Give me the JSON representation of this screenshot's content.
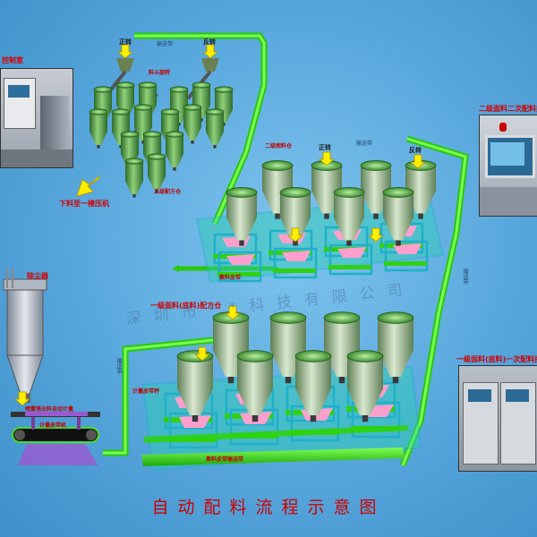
{
  "title": "自动配料流程示意图",
  "watermark": "深圳市**科技有限公司",
  "labels": {
    "control_room": "控制室",
    "forward": "正转",
    "reverse": "反转",
    "conveyor": "输送带",
    "hopper_rotation": "料斗旋转",
    "third_level": "三级配方仓",
    "discharge": "下料至一楼压机",
    "secondary_control": "二级面料二次配料控制柜",
    "secondary_bin": "二级面料仓",
    "primary_bin": "一级面料(底料)配方仓",
    "dust_collector": "除尘器",
    "weigh_conveyor": "喷雾塔出料自动计量",
    "weigh_belt": "计量皮带机",
    "weight_belt_label": "计量皮带秤",
    "collect_belt": "集料皮带",
    "collect_belt2": "集料皮带输送带",
    "primary_control": "一级面料(底料)一次配料控制柜"
  },
  "colors": {
    "conveyor": "#39e614",
    "silo": "#4a8f3a",
    "frame": "#1fb0c8",
    "belt": "#2fd112",
    "pink": "#ff9fce",
    "arrow": "#ffee00",
    "text_red": "#d40000"
  }
}
